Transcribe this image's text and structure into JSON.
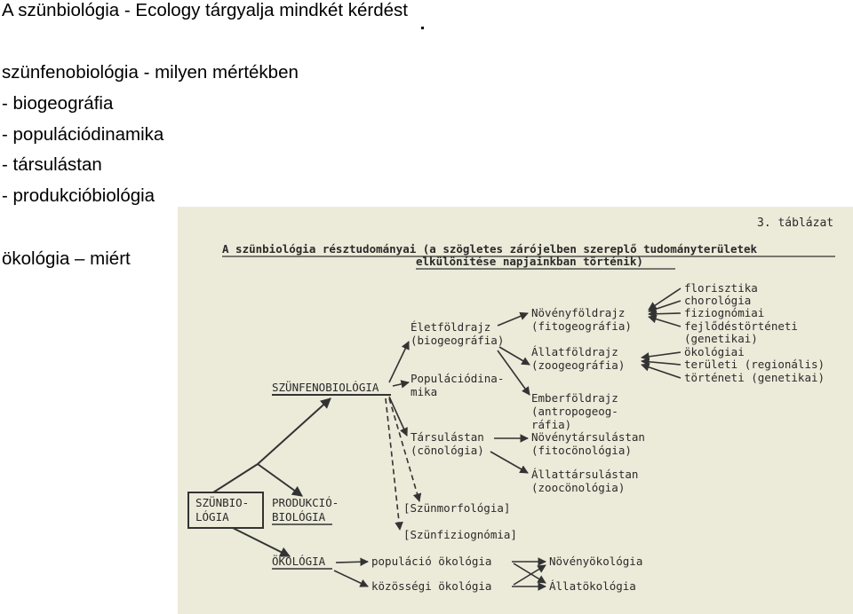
{
  "slide": {
    "title": "A szünbiológia - Ecology tárgyalja mindkét kérdést",
    "lines": [
      "szünfenobiológia - milyen mértékben",
      "- biogeográfia",
      "- populációdinamika",
      "- társulástan",
      "- produkcióbiológia",
      "ökológia – miért"
    ]
  },
  "diagram": {
    "table_number": "3. táblázat",
    "heading_1": "A szünbiológia résztudományai (a szögletes zárójelben szereplő tudományterületek",
    "heading_2": "elkülönítése napjainkban történik)",
    "root_1": "SZÜNBIO-",
    "root_2": "LÓGIA",
    "szunfeno": "SZÜNFENOBIOLÓGIA",
    "produkcio_1": "PRODUKCIÓ-",
    "produkcio_2": "BIOLÓGIA",
    "okologia": "ÖKOLÓGIA",
    "eletfoldrajz_1": "Életföldrajz",
    "eletfoldrajz_2": "(biogeográfia)",
    "populacio_1": "Populációdina-",
    "populacio_2": "mika",
    "tarsulas_1": "Társulástan",
    "tarsulas_2": "(cönológia)",
    "szunmorf": "[Szünmorfológia]",
    "szunfiz": "[Szünfiziognómia]",
    "noveny_1": "Növényföldrajz",
    "noveny_2": "(fitogeográfia)",
    "allat_1": "Állatföldrajz",
    "allat_2": "(zoogeográfia)",
    "ember_1": "Emberföldrajz",
    "ember_2": "(antropogeog-",
    "ember_3": "ráfia)",
    "novtars_1": "Növénytársulástan",
    "novtars_2": "(fitocönológia)",
    "alltars_1": "Állattársulástan",
    "alltars_2": "(zoocönológia)",
    "flor_1": "florisztika",
    "flor_2": "chorológia",
    "flor_3": "fiziognómiai",
    "flor_4": "fejlődéstörténeti",
    "flor_5": "(genetikai)",
    "zoo_1": "ökológiai",
    "zoo_2": "területi (regionális)",
    "zoo_3": "történeti (genetikai)",
    "pop_okol": "populáció ökológia",
    "koz_okol": "közösségi ökológia",
    "noveny_okol": "Növényökológia",
    "allat_okol": "Állatökológia"
  }
}
